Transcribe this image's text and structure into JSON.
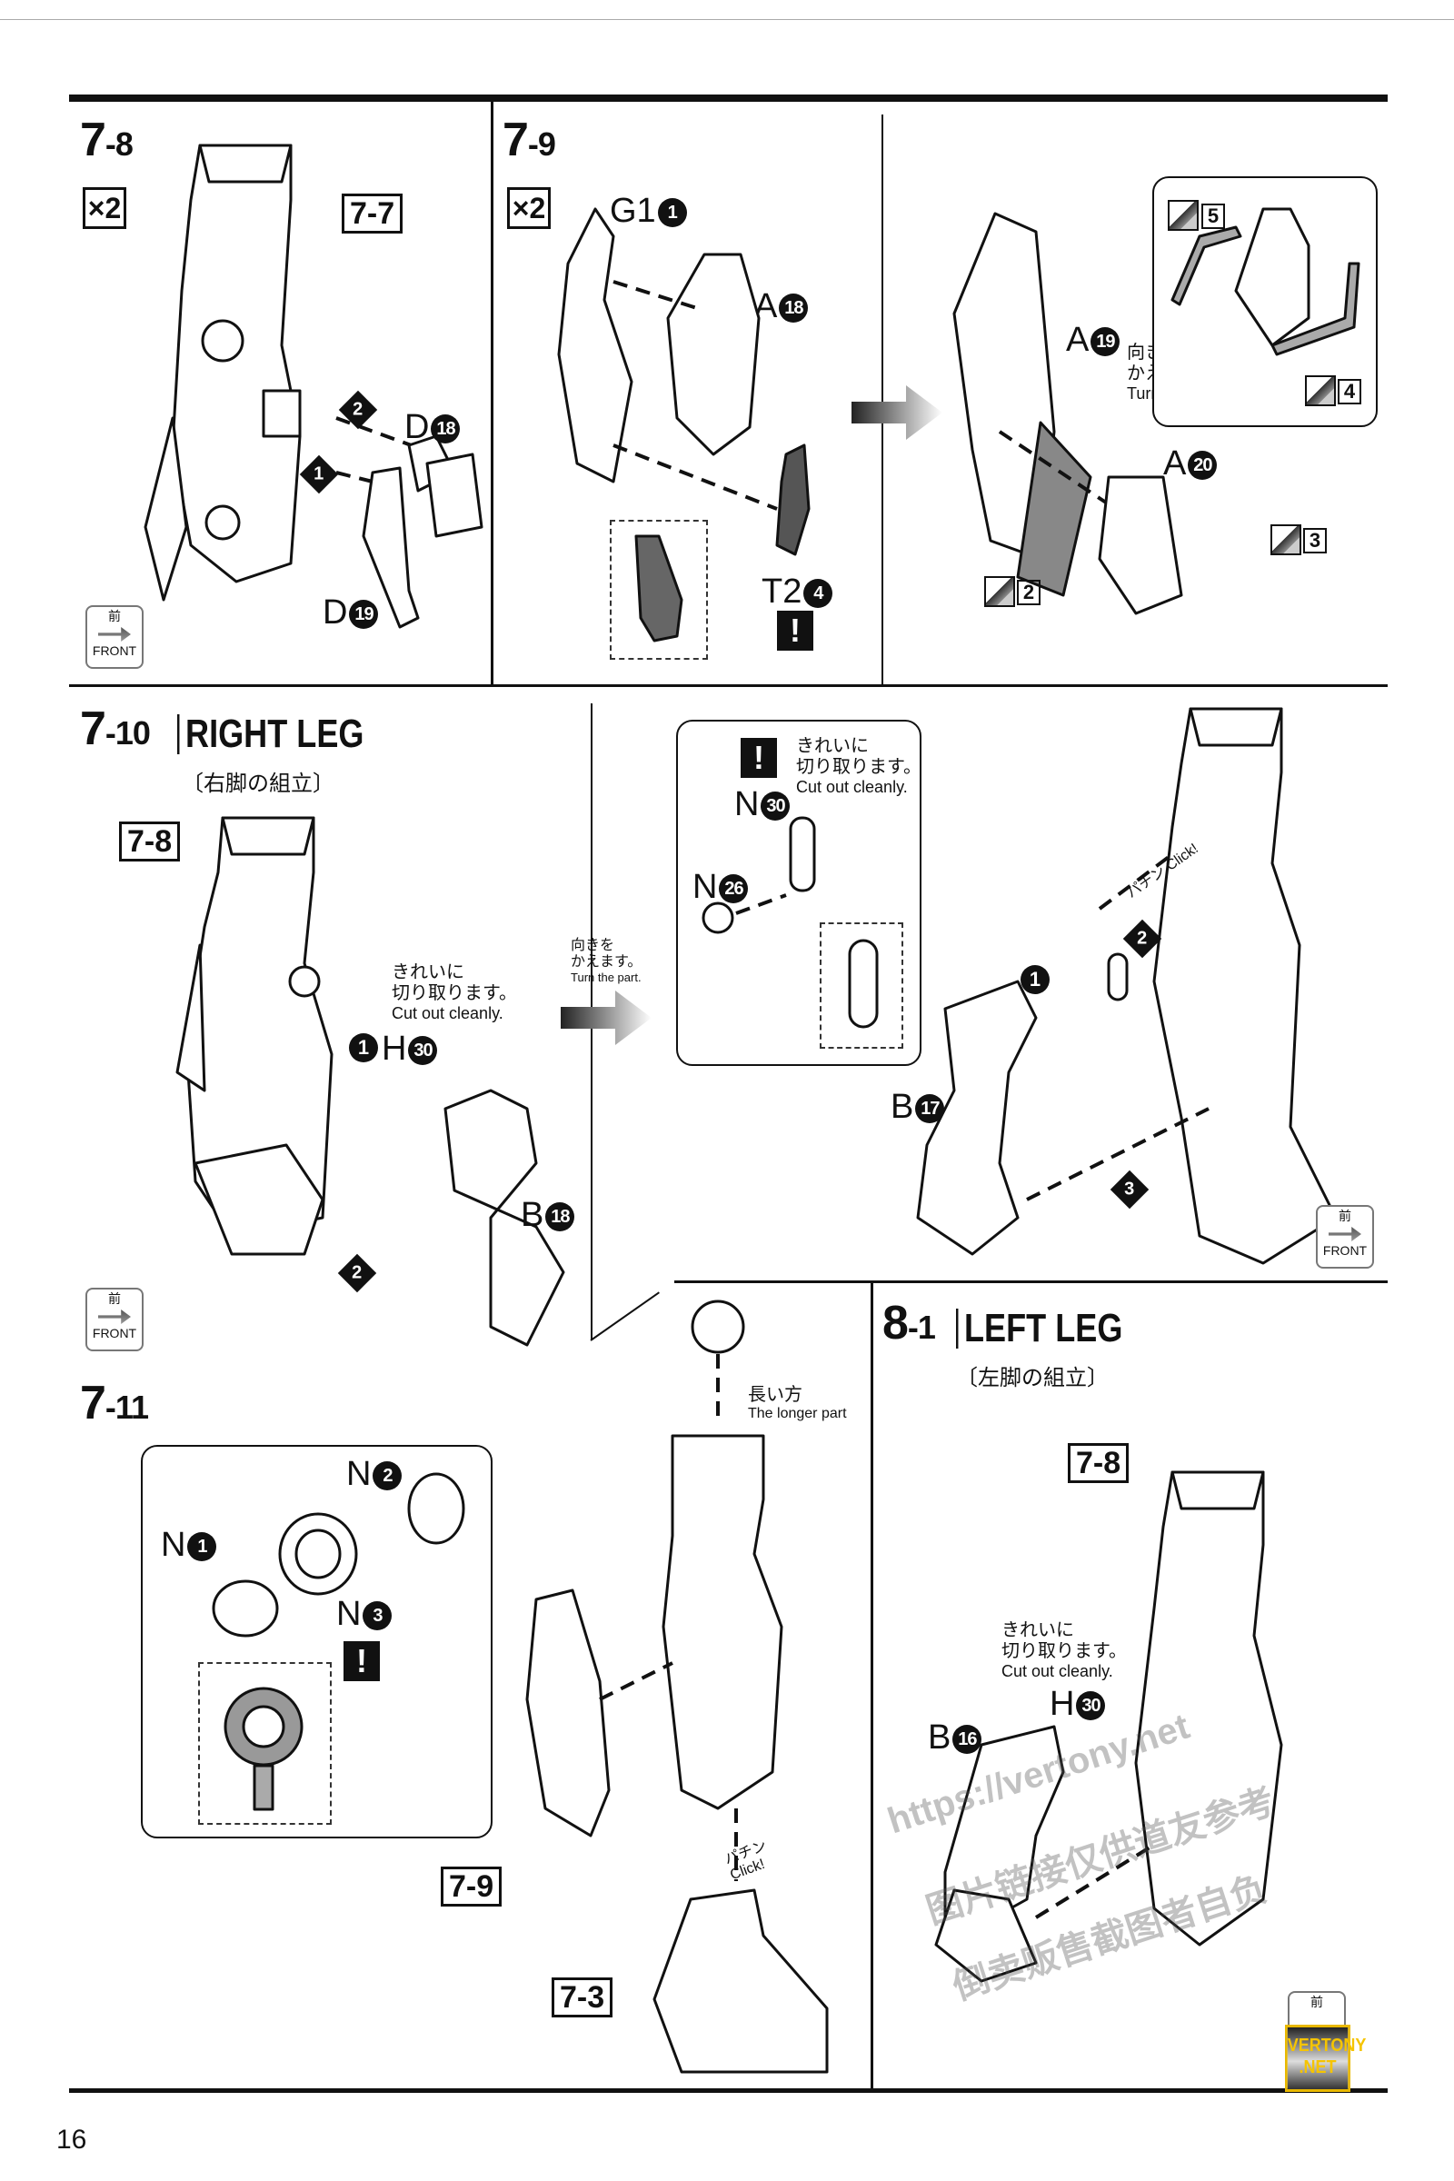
{
  "page_number": "16",
  "common": {
    "x2": "×2",
    "front_jp": "前",
    "front_en": "FRONT",
    "warn": "!"
  },
  "step_7_8": {
    "step": "7",
    "sub": "-8",
    "ref": "7-7",
    "parts": [
      {
        "letter": "D",
        "num": "18"
      },
      {
        "letter": "D",
        "num": "19"
      }
    ],
    "order": [
      "1",
      "2"
    ]
  },
  "step_7_9": {
    "step": "7",
    "sub": "-9",
    "parts": [
      {
        "letter": "G1",
        "num": "1"
      },
      {
        "letter": "A",
        "num": "18"
      },
      {
        "letter": "T2",
        "num": "4"
      },
      {
        "letter": "A",
        "num": "19"
      },
      {
        "letter": "A",
        "num": "20"
      }
    ],
    "turn_note": {
      "jp1": "向きを",
      "jp2": "かえます。",
      "en": "Turn the part."
    },
    "stickers": [
      "5",
      "4",
      "3",
      "2"
    ]
  },
  "step_7_10": {
    "step": "7",
    "sub": "-10",
    "title": "RIGHT LEG",
    "subtitle": "〔右脚の組立〕",
    "ref": "7-8",
    "cut_note": {
      "jp1": "きれいに",
      "jp2": "切り取ります。",
      "en": "Cut out cleanly."
    },
    "parts": [
      {
        "letter": "H",
        "num": "30"
      },
      {
        "letter": "B",
        "num": "18"
      },
      {
        "letter": "N",
        "num": "30"
      },
      {
        "letter": "N",
        "num": "26"
      },
      {
        "letter": "B",
        "num": "17"
      }
    ],
    "turn_note": {
      "jp1": "向きを",
      "jp2": "かえます。",
      "en": "Turn the part."
    },
    "click": {
      "jp": "パチン",
      "en": "Click!"
    },
    "order": [
      "1",
      "2",
      "3"
    ]
  },
  "step_7_11": {
    "step": "7",
    "sub": "-11",
    "parts": [
      {
        "letter": "N",
        "num": "2"
      },
      {
        "letter": "N",
        "num": "1"
      },
      {
        "letter": "N",
        "num": "3"
      }
    ],
    "longer_note": {
      "jp": "長い方",
      "en": "The longer part"
    },
    "refs": [
      "7-9",
      "7-3"
    ],
    "click": {
      "jp": "パチン",
      "en": "Click!"
    }
  },
  "step_8_1": {
    "step": "8",
    "sub": "-1",
    "title": "LEFT LEG",
    "subtitle": "〔左脚の組立〕",
    "ref": "7-8",
    "cut_note": {
      "jp1": "きれいに",
      "jp2": "切り取ります。",
      "en": "Cut out cleanly."
    },
    "parts": [
      {
        "letter": "H",
        "num": "30"
      },
      {
        "letter": "B",
        "num": "16"
      }
    ]
  },
  "watermark": {
    "url": "https://vertony.net",
    "line2": "图片链接仅供道友参考",
    "line3": "倒卖贩售截图者自负",
    "logo": "VERTONY .NET"
  }
}
